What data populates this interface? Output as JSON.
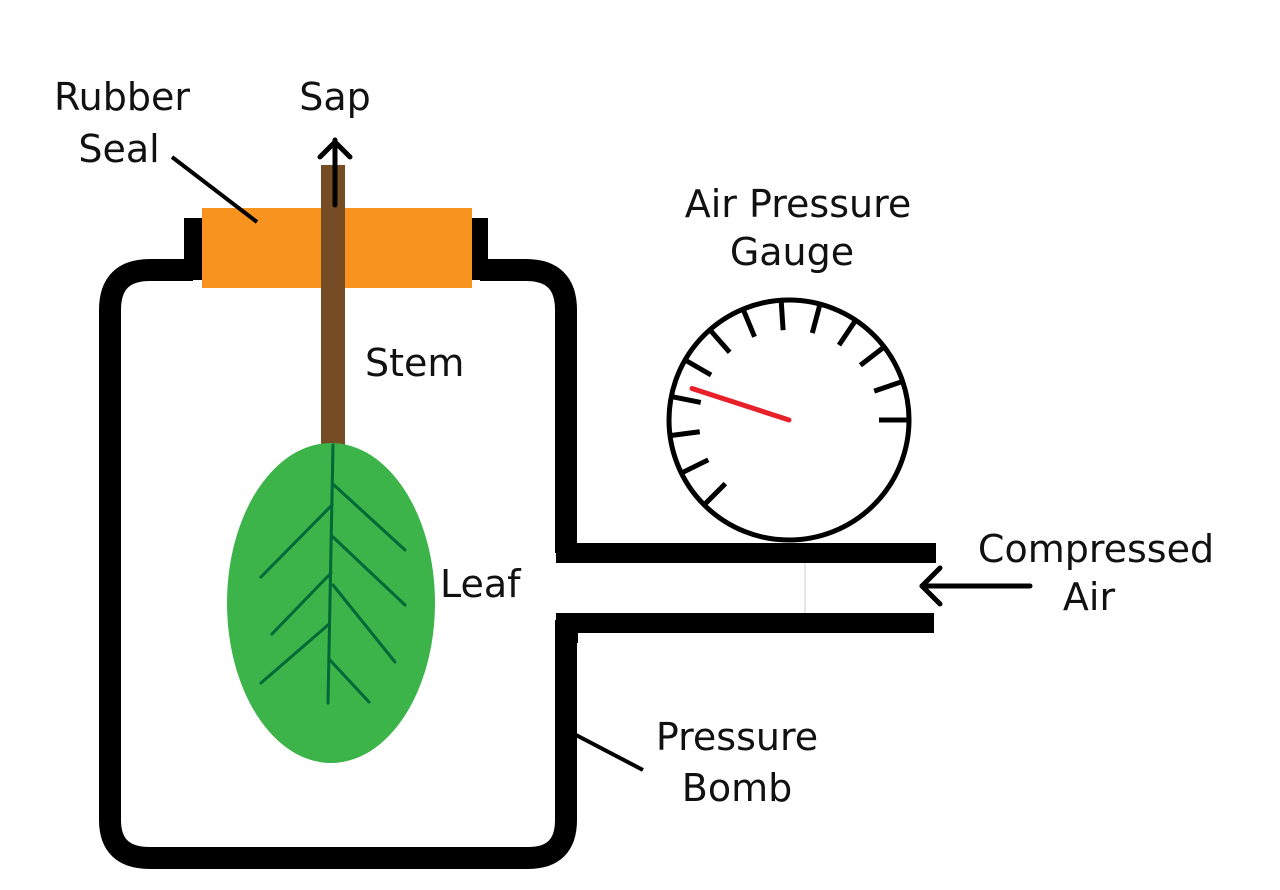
{
  "title": "Pressure bomb apparatus for measuring leaf water potential",
  "labels": {
    "rubber_seal_line1": "Rubber",
    "rubber_seal_line2": "Seal",
    "sap": "Sap",
    "stem": "Stem",
    "leaf": "Leaf",
    "gauge_line1": "Air Pressure",
    "gauge_line2": "Gauge",
    "compressed_air_line1": "Compressed",
    "compressed_air_line2": "Air",
    "pressure_bomb_line1": "Pressure",
    "pressure_bomb_line2": "Bomb"
  },
  "colors": {
    "outline": "#000000",
    "seal": "#f7931e",
    "stem": "#754c24",
    "leaf": "#3cb44a",
    "leaf_vein": "#006837",
    "needle": "#e8202a",
    "text": "#111111"
  },
  "gauge": {
    "tick_count": 13,
    "needle_reading_fraction": 0.28
  }
}
